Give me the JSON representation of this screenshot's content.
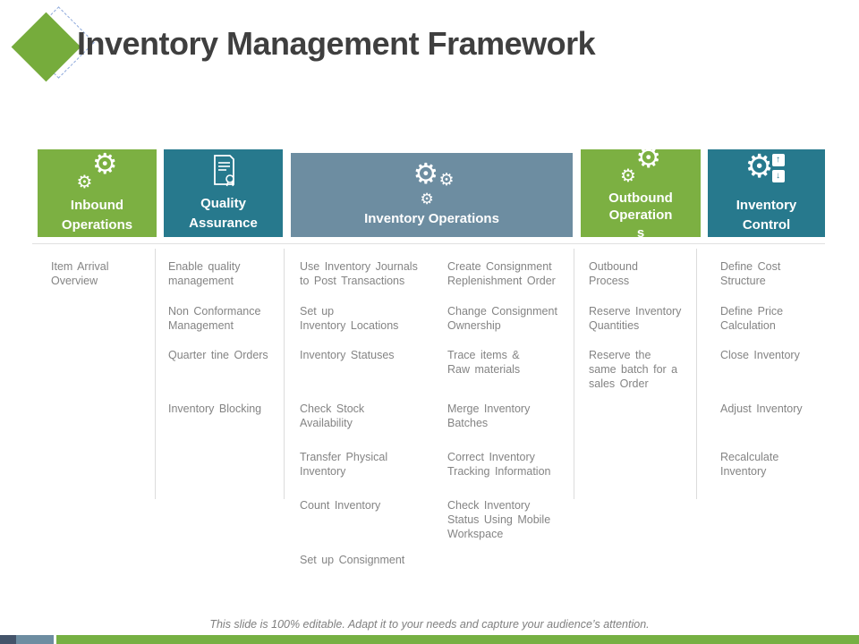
{
  "title": "Inventory Management Framework",
  "colors": {
    "green": "#7CB042",
    "teal": "#27798D",
    "slate": "#6D8DA1",
    "navy": "#44546A",
    "body_text": "#848484"
  },
  "columns": [
    {
      "label": "Inbound\nOperations",
      "icon": "gears-icon",
      "items": [
        "Item Arrival\nOverview"
      ]
    },
    {
      "label": "Quality\nAssurance",
      "icon": "certificate-document-icon",
      "items": [
        "Enable quality\nmanagement",
        "Non Conformance\nManagement",
        "Quarter tine Orders",
        "Inventory Blocking"
      ]
    },
    {
      "label": "Inventory Operations",
      "icon": "gears-icon",
      "items_left": [
        "Use Inventory Journals\nto Post Transactions",
        "Set up\nInventory Locations",
        "Inventory Statuses",
        "Check Stock\nAvailability",
        "Transfer Physical\nInventory",
        "Count Inventory",
        "Set up Consignment"
      ],
      "items_right": [
        "Create Consignment\nReplenishment Order",
        "Change Consignment\nOwnership",
        "Trace items &\nRaw materials",
        "Merge Inventory\nBatches",
        "Correct Inventory\nTracking Information",
        "Check Inventory\nStatus Using Mobile\nWorkspace"
      ]
    },
    {
      "label": "Outbound\nOperation\ns",
      "icon": "gears-icon",
      "items": [
        "Outbound\nProcess",
        "Reserve Inventory\nQuantities",
        "Reserve the\nsame batch for a\nsales Order"
      ]
    },
    {
      "label": "Inventory\nControl",
      "icon": "inventory-control-icon",
      "items": [
        "Define Cost\nStructure",
        "Define Price\nCalculation",
        "Close Inventory",
        "Adjust Inventory",
        "Recalculate\nInventory"
      ]
    }
  ],
  "icon_glyphs": {
    "gear": "⚙",
    "arrow_up": "↑",
    "arrow_down": "↓"
  },
  "footer": {
    "note": "This slide is 100% editable. Adapt it to your needs and capture your audience’s attention."
  }
}
